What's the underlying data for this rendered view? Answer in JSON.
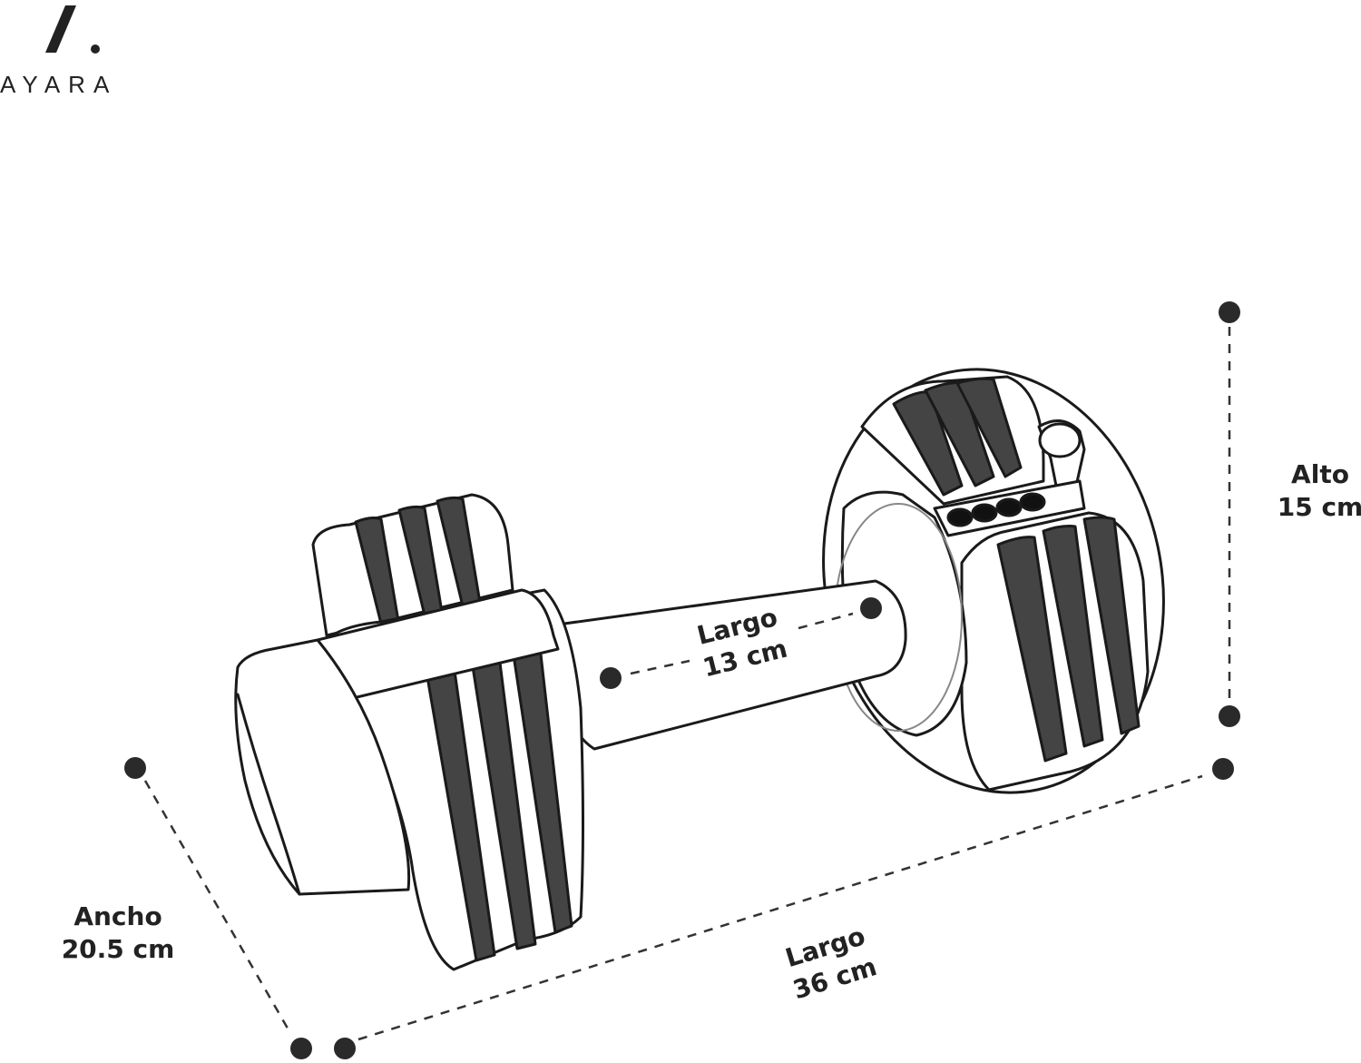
{
  "brand": {
    "name": "AYARA"
  },
  "dimensions": {
    "alto": {
      "label": "Alto",
      "value": "15 cm"
    },
    "ancho": {
      "label": "Ancho",
      "value": "20.5 cm"
    },
    "largo_total": {
      "label": "Largo",
      "value": "36 cm"
    },
    "largo_handle": {
      "label": "Largo",
      "value": "13 cm"
    }
  },
  "colors": {
    "ink": "#222222",
    "dot": "#2a2a2a",
    "background": "#ffffff"
  }
}
